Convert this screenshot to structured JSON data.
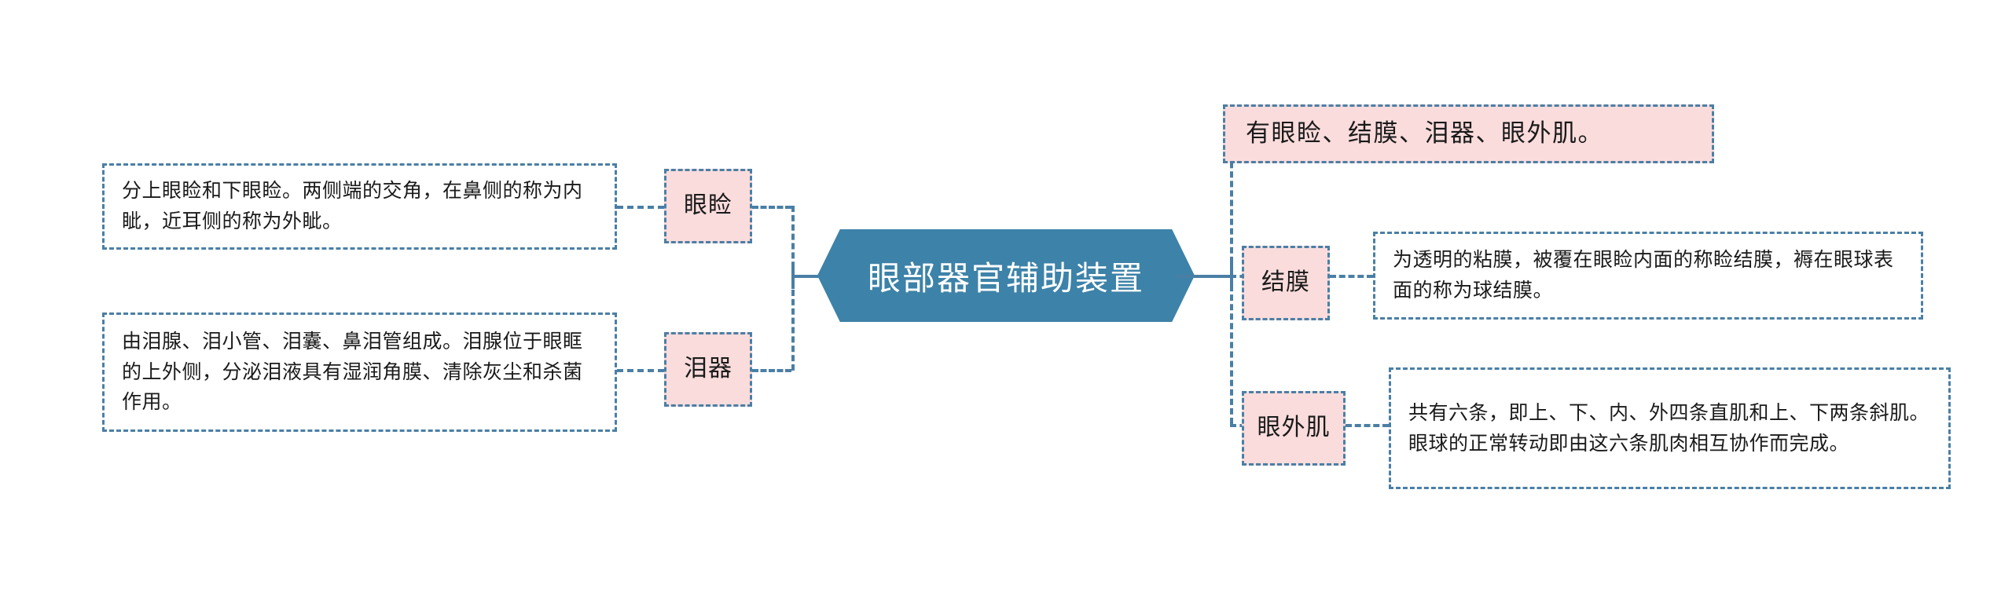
{
  "diagram": {
    "type": "mind-map",
    "title": "眼部器官辅助装置",
    "center": {
      "label": "眼部器官辅助装置",
      "shape": "hexagon",
      "fill": "#3d82a8",
      "text_color": "#ffffff"
    },
    "colors": {
      "accent_blue": "#3d82a8",
      "line_blue": "#4a7fa5",
      "pink_fill": "#fadcdc",
      "white": "#ffffff",
      "text": "#1a1a1a"
    },
    "left_branches": [
      {
        "label": "眼睑",
        "description": "分上眼睑和下眼睑。两侧端的交角，在鼻侧的称为内眦，近耳侧的称为外眦。"
      },
      {
        "label": "泪器",
        "description": "由泪腺、泪小管、泪囊、鼻泪管组成。泪腺位于眼眶的上外侧，分泌泪液具有湿润角膜、清除灰尘和杀菌作用。"
      }
    ],
    "right_branches": [
      {
        "label": "有眼睑、结膜、泪器、眼外肌。",
        "style": "pink-summary",
        "description": ""
      },
      {
        "label": "结膜",
        "style": "pink-label",
        "description": "为透明的粘膜，被覆在眼睑内面的称睑结膜，褥在眼球表面的称为球结膜。"
      },
      {
        "label": "眼外肌",
        "style": "pink-label",
        "description": "共有六条，即上、下、内、外四条直肌和上、下两条斜肌。眼球的正常转动即由这六条肌肉相互协作而完成。"
      }
    ]
  }
}
